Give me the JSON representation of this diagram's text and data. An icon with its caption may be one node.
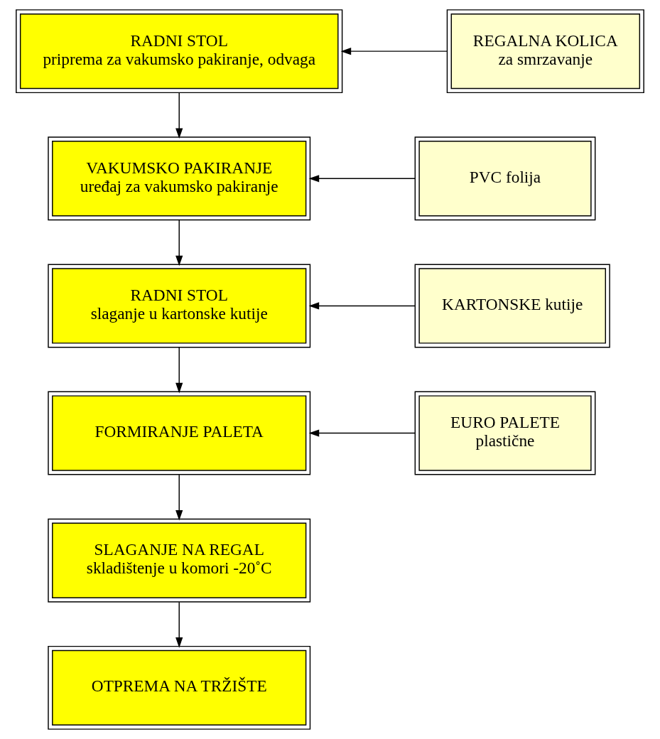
{
  "diagram": {
    "nodes": [
      {
        "text": [
          "RADNI STOL",
          "priprema za vakumsko pakiranje, odvaga"
        ]
      },
      {
        "text": [
          "VAKUMSKO PAKIRANJE",
          "uređaj za vakumsko pakiranje"
        ]
      },
      {
        "text": [
          "RADNI STOL",
          "slaganje u kartonske kutije"
        ]
      },
      {
        "text": [
          "FORMIRANJE PALETA"
        ]
      },
      {
        "text": [
          "SLAGANJE NA REGAL",
          "skladištenje u komori -20˚C"
        ]
      },
      {
        "text": [
          "OTPREMA NA TRŽIŠTE"
        ]
      },
      {
        "text": [
          "REGALNA KOLICA",
          "za smrzavanje"
        ]
      },
      {
        "text": [
          "PVC folija"
        ]
      },
      {
        "text": [
          "KARTONSKE kutije"
        ]
      },
      {
        "text": [
          "EURO PALETE",
          "plastične"
        ]
      }
    ],
    "edges": [
      {
        "from": 6,
        "to": 0,
        "arrow": "to"
      },
      {
        "from": 0,
        "to": 1,
        "arrow": "to"
      },
      {
        "from": 7,
        "to": 1,
        "arrow": "to"
      },
      {
        "from": 1,
        "to": 2,
        "arrow": "to"
      },
      {
        "from": 8,
        "to": 2,
        "arrow": "to"
      },
      {
        "from": 2,
        "to": 3,
        "arrow": "to"
      },
      {
        "from": 9,
        "to": 3,
        "arrow": "to"
      },
      {
        "from": 3,
        "to": 4,
        "arrow": "to"
      },
      {
        "from": 4,
        "to": 5,
        "arrow": "to"
      }
    ]
  }
}
